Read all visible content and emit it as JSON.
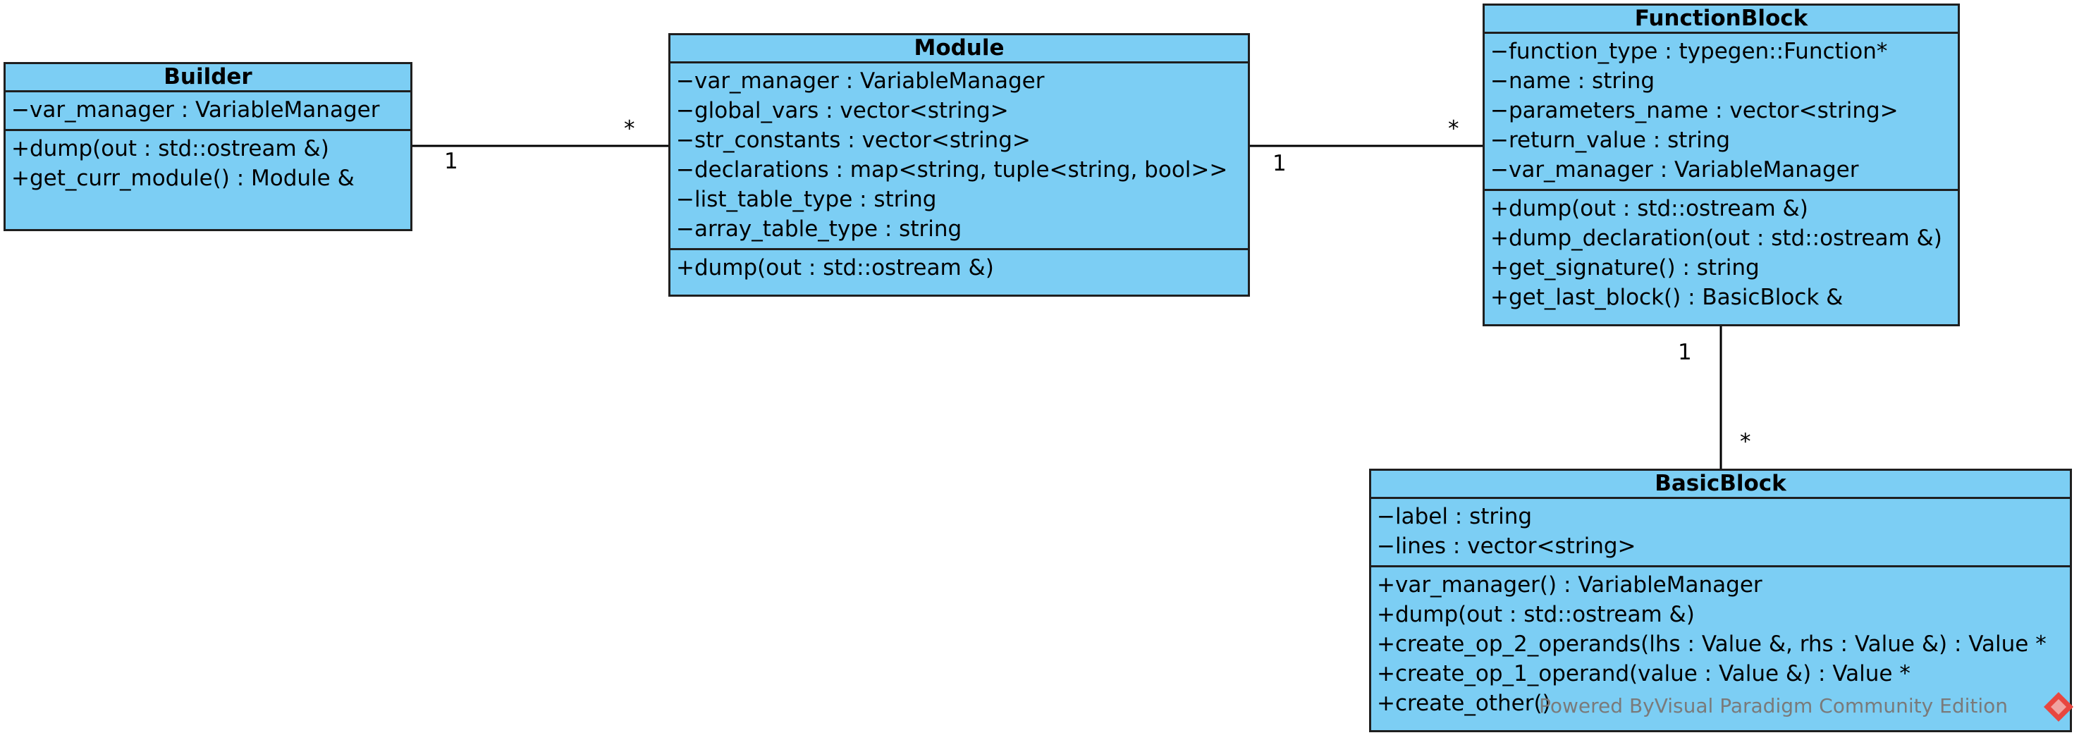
{
  "classes": {
    "builder": {
      "name": "Builder",
      "attributes": [
        "−var_manager : VariableManager"
      ],
      "operations": [
        "+dump(out : std::ostream &)",
        "+get_curr_module() : Module &"
      ]
    },
    "module": {
      "name": "Module",
      "attributes": [
        "−var_manager : VariableManager",
        "−global_vars : vector<string>",
        "−str_constants : vector<string>",
        "−declarations : map<string, tuple<string, bool>>",
        "−list_table_type : string",
        "−array_table_type : string"
      ],
      "operations": [
        "+dump(out : std::ostream &)"
      ]
    },
    "function_block": {
      "name": "FunctionBlock",
      "attributes": [
        "−function_type : typegen::Function*",
        "−name : string",
        "−parameters_name : vector<string>",
        "−return_value : string",
        "−var_manager : VariableManager"
      ],
      "operations": [
        "+dump(out : std::ostream &)",
        "+dump_declaration(out : std::ostream &)",
        "+get_signature() : string",
        "+get_last_block() : BasicBlock &"
      ]
    },
    "basic_block": {
      "name": "BasicBlock",
      "attributes": [
        "−label : string",
        "−lines : vector<string>"
      ],
      "operations": [
        "+var_manager() : VariableManager",
        "+dump(out : std::ostream &)",
        "+create_op_2_operands(lhs : Value &, rhs : Value &) : Value *",
        "+create_op_1_operand(value : Value &) : Value *",
        "+create_other()"
      ]
    }
  },
  "associations": [
    {
      "from": "Builder",
      "to": "Module",
      "from_multiplicity": "1",
      "to_multiplicity": "*"
    },
    {
      "from": "Module",
      "to": "FunctionBlock",
      "from_multiplicity": "1",
      "to_multiplicity": "*"
    },
    {
      "from": "FunctionBlock",
      "to": "BasicBlock",
      "from_multiplicity": "1",
      "to_multiplicity": "*"
    }
  ],
  "watermark": {
    "text": "Powered ByVisual Paradigm Community Edition",
    "logo_colors": [
      "#e8463f",
      "#f0a3a0"
    ]
  },
  "colors": {
    "class_fill": "#7ccef4",
    "border": "#1f1f1f"
  }
}
